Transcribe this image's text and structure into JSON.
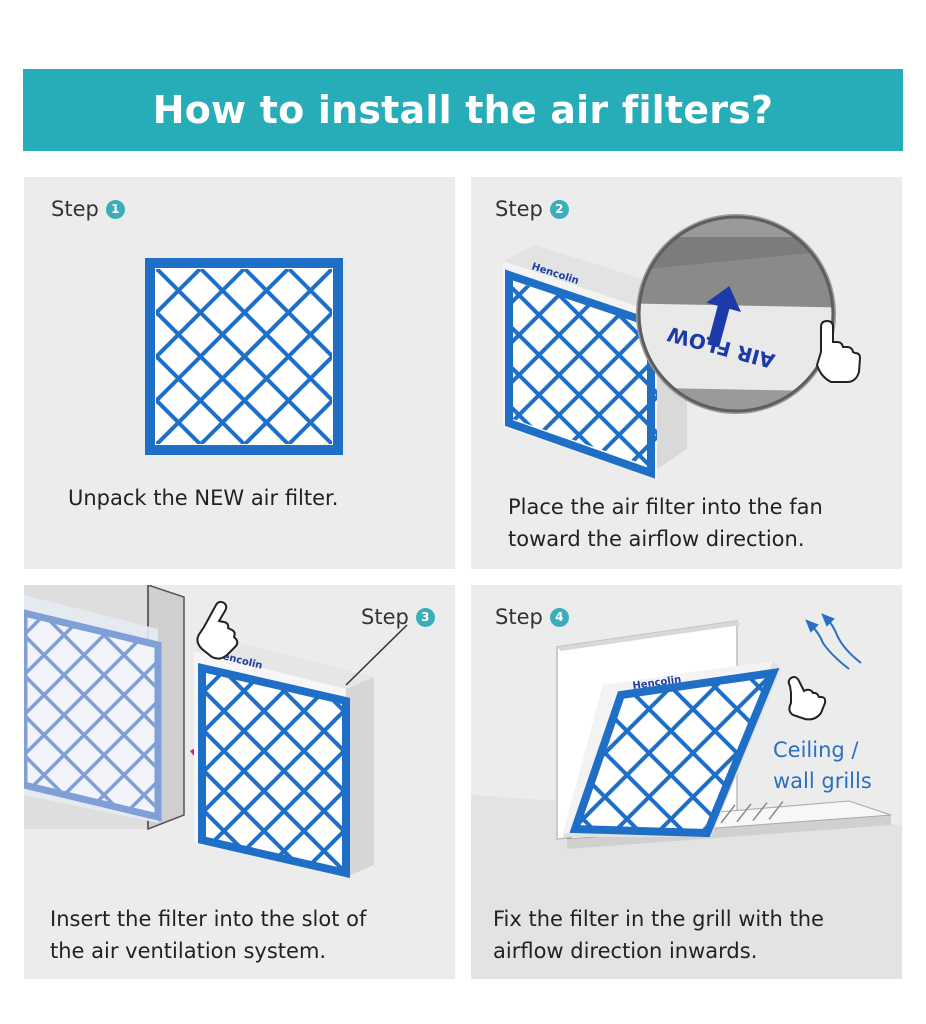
{
  "title": "How to install the air filters?",
  "colors": {
    "accent": "#26adb8",
    "filter_blue": "#1f6fc7",
    "arrow_pink": "#e4137a",
    "panel_bg": "#ececec"
  },
  "steps": [
    {
      "label": "Step",
      "number": "1",
      "caption": "Unpack the NEW air filter."
    },
    {
      "label": "Step",
      "number": "2",
      "caption_lines": [
        "Place the air filter into the fan",
        "toward the airflow direction."
      ]
    },
    {
      "label": "Step",
      "number": "3",
      "caption_lines": [
        "Insert the filter into the slot of",
        "the air ventilation system."
      ]
    },
    {
      "label": "Step",
      "number": "4",
      "caption_lines": [
        "Fix the filter in the grill with the",
        "airflow direction inwards."
      ]
    }
  ],
  "magnifier": {
    "text": "AIR FLOW"
  },
  "brand": "Hencolin",
  "ceiling_label": [
    "Ceiling /",
    "wall grills"
  ],
  "icons": [
    "hand-pointer-icon",
    "airflow-arrow-icon",
    "insert-arrow-icon",
    "air-current-icon"
  ]
}
